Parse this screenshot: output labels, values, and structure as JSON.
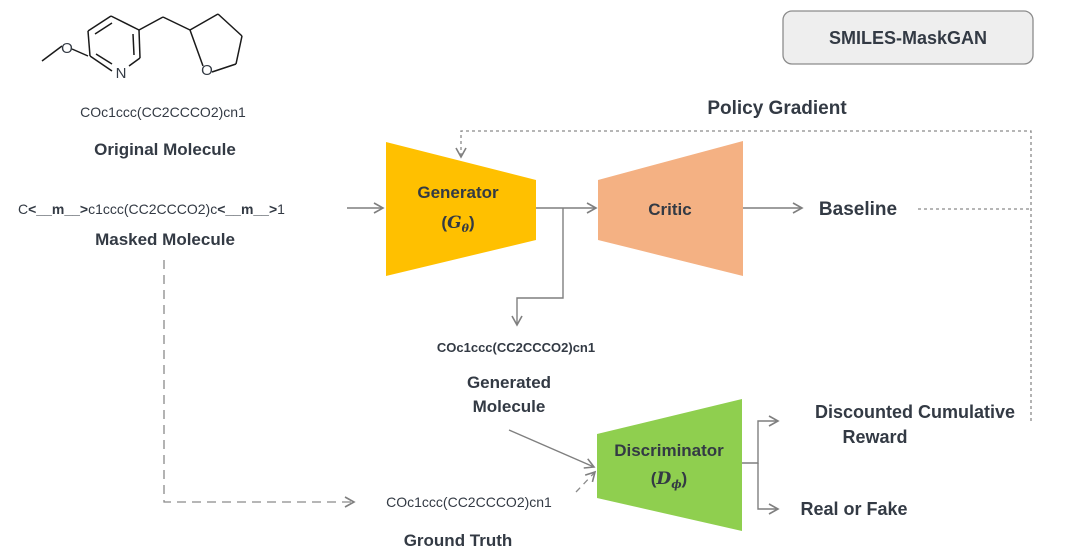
{
  "badge": {
    "text": "SMILES-MaskGAN"
  },
  "original": {
    "smiles": "COc1ccc(CC2CCCO2)cn1",
    "caption": "Original Molecule",
    "atom_n": "N",
    "atom_o1": "O",
    "atom_o2": "O"
  },
  "masked": {
    "p1": "C",
    "m1": "<__m__>",
    "p2": "c1ccc(CC2CCCO2)c",
    "m2": "<__m__>",
    "p3": "1",
    "caption": "Masked Molecule"
  },
  "generator": {
    "title": "Generator",
    "symbol": "G",
    "sub": "θ",
    "paren_l": "(",
    "paren_r": ")"
  },
  "critic": {
    "title": "Critic"
  },
  "baseline": {
    "text": "Baseline"
  },
  "policy_gradient": {
    "text": "Policy Gradient"
  },
  "generated": {
    "smiles": "COc1ccc(CC2CCCO2)cn1",
    "caption_line1": "Generated",
    "caption_line2": "Molecule"
  },
  "discriminator": {
    "title": "Discriminator",
    "symbol": "D",
    "sub": "ϕ",
    "paren_l": "(",
    "paren_r": ")"
  },
  "reward": {
    "line1": "Discounted Cumulative",
    "line2": "Reward"
  },
  "real_or_fake": {
    "text": "Real or Fake"
  },
  "ground_truth": {
    "smiles": "COc1ccc(CC2CCCO2)cn1",
    "caption": "Ground Truth"
  },
  "colors": {
    "generator": "#ffc000",
    "critic": "#f4b183",
    "discriminator": "#8fcf4f",
    "generated_text": "#8a6a10",
    "atom_n": "#2233ff",
    "atom_o": "#ff2020",
    "arrow": "#7f7f7f",
    "text": "#333a44"
  }
}
